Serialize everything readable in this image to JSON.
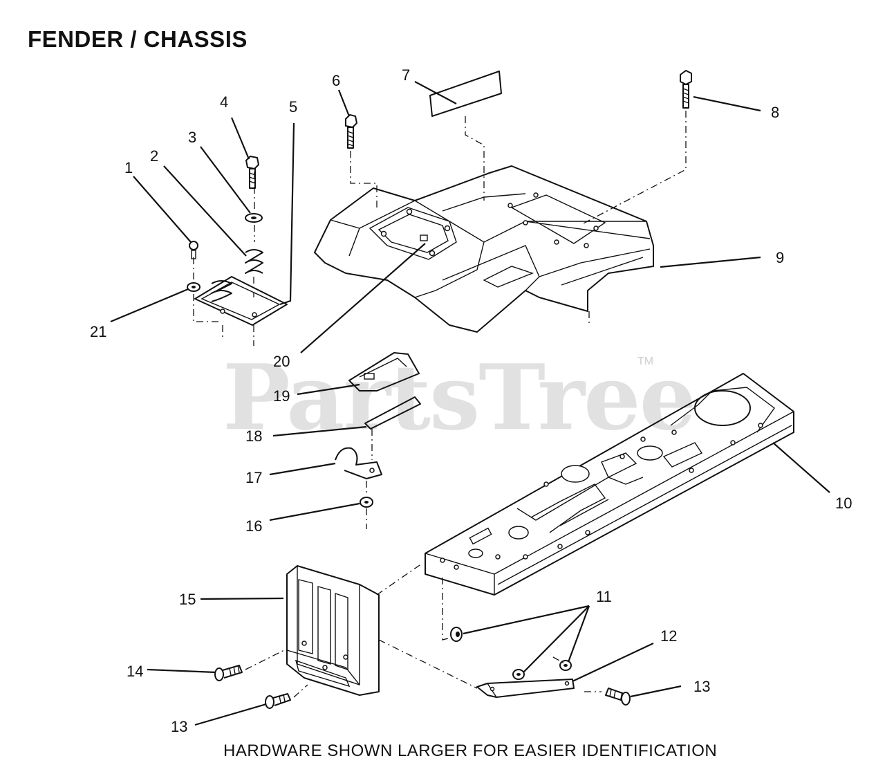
{
  "title": "FENDER / CHASSIS",
  "footnote": "HARDWARE SHOWN LARGER FOR EASIER IDENTIFICATION",
  "watermark": "PartsTree",
  "trademark": "TM",
  "callouts": [
    "1",
    "2",
    "3",
    "4",
    "5",
    "6",
    "7",
    "8",
    "9",
    "10",
    "11",
    "12",
    "13",
    "13",
    "14",
    "15",
    "16",
    "17",
    "18",
    "19",
    "20",
    "21"
  ]
}
